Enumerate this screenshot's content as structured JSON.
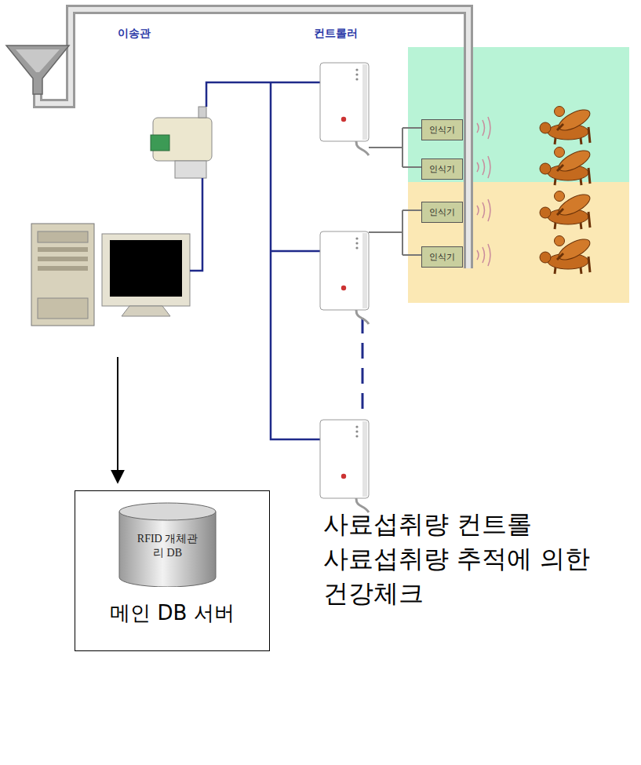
{
  "diagram": {
    "caption": "사료섭취량 컨트롤 사료섭취량 추적에 의한 건강체크",
    "nodes": [
      {
        "text": [
          "인식기"
        ]
      },
      {
        "text": [
          "인식기"
        ]
      },
      {
        "text": [
          "인식기"
        ]
      },
      {
        "text": [
          "인식기"
        ]
      },
      {
        "text": [
          "메인 DB 서버"
        ]
      },
      {
        "text": [
          "RFID 개체관리 DB"
        ],
        "in": 4
      }
    ],
    "labels": [
      "이송관",
      "컨트롤러"
    ]
  }
}
